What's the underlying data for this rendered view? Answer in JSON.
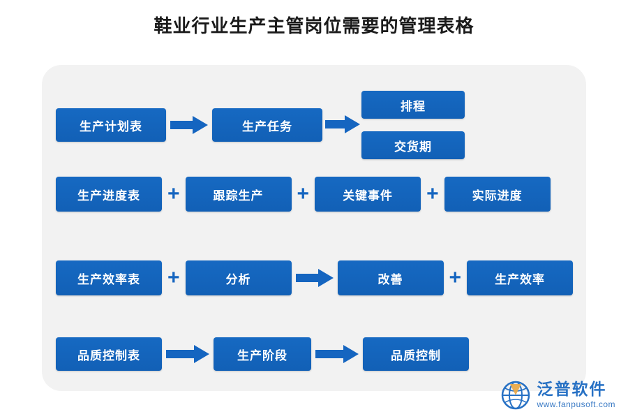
{
  "title": "鞋业行业生产主管岗位需要的管理表格",
  "colors": {
    "node_blue": "#1565c0",
    "panel_bg": "#f2f2f2",
    "arrow_blue": "#1565c0",
    "title_text": "#1a1a1a"
  },
  "diagram": {
    "rows": [
      {
        "id": "row-production-plan",
        "nodes": [
          {
            "label": "生产计划表"
          },
          {
            "label": "生产任务"
          }
        ],
        "branch": [
          {
            "label": "排程"
          },
          {
            "label": "交货期"
          }
        ],
        "connectors": [
          "arrow",
          "arrow"
        ]
      },
      {
        "id": "row-production-progress",
        "nodes": [
          {
            "label": "生产进度表"
          },
          {
            "label": "跟踪生产"
          },
          {
            "label": "关键事件"
          },
          {
            "label": "实际进度"
          }
        ],
        "connectors": [
          "plus",
          "plus",
          "plus"
        ],
        "plus_symbol": "+"
      },
      {
        "id": "row-production-efficiency",
        "nodes": [
          {
            "label": "生产效率表"
          },
          {
            "label": "分析"
          },
          {
            "label": "改善"
          },
          {
            "label": "生产效率"
          }
        ],
        "connectors": [
          "plus",
          "arrow",
          "plus"
        ],
        "plus_symbol": "+"
      },
      {
        "id": "row-quality-control",
        "nodes": [
          {
            "label": "品质控制表"
          },
          {
            "label": "生产阶段"
          },
          {
            "label": "品质控制"
          }
        ],
        "connectors": [
          "arrow",
          "arrow"
        ]
      }
    ]
  },
  "watermark": {
    "name": "泛普软件",
    "url": "www.fanpusoft.com",
    "icon": "globe-icon"
  }
}
